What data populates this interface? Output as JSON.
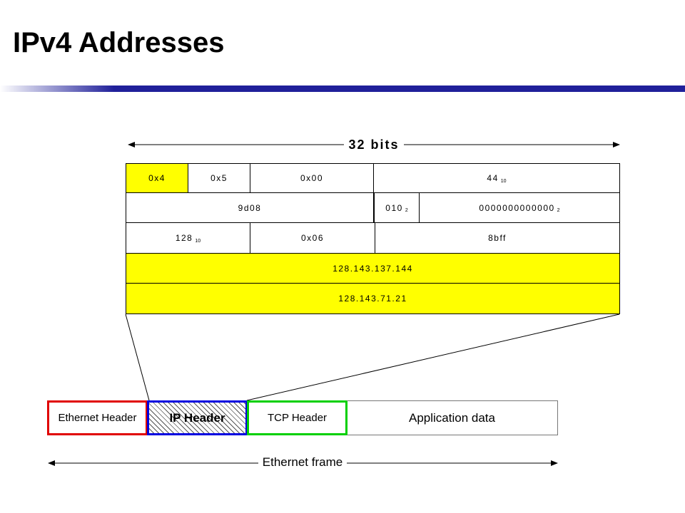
{
  "page": {
    "title": "IPv4 Addresses",
    "accent_color": "#20209a"
  },
  "header_diagram": {
    "width_label": "32 bits",
    "rows": [
      [
        {
          "text": "0x4",
          "sub": "",
          "highlight": true
        },
        {
          "text": "0x5",
          "sub": "",
          "highlight": false
        },
        {
          "text": "0x00",
          "sub": "",
          "highlight": false
        },
        {
          "text": "44",
          "sub": "10",
          "highlight": false
        }
      ],
      [
        {
          "text": "9d08",
          "sub": "",
          "highlight": false
        },
        {
          "text": "010",
          "sub": "2",
          "highlight": false
        },
        {
          "text": "0000000000000",
          "sub": "2",
          "highlight": false
        }
      ],
      [
        {
          "text": "128",
          "sub": "10",
          "highlight": false
        },
        {
          "text": "0x06",
          "sub": "",
          "highlight": false
        },
        {
          "text": "8bff",
          "sub": "",
          "highlight": false
        }
      ],
      [
        {
          "text": "128.143.137.144",
          "sub": "",
          "highlight": true
        }
      ],
      [
        {
          "text": "128.143.71.21",
          "sub": "",
          "highlight": true
        }
      ]
    ],
    "highlight_color": "#ffff00"
  },
  "frame": {
    "segments": [
      {
        "label": "Ethernet Header",
        "color": "#e00000"
      },
      {
        "label": "IP Header",
        "color": "#0000e0"
      },
      {
        "label": "TCP Header",
        "color": "#00d000"
      },
      {
        "label": "Application data",
        "color": "#777777"
      }
    ],
    "frame_label": "Ethernet frame"
  }
}
